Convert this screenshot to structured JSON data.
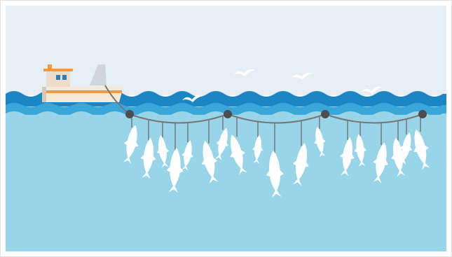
{
  "scene": {
    "colors": {
      "sky": "#e6eef6",
      "wave_dark": "#1a86c4",
      "wave_light": "#3aa7da",
      "water": "#99d5e8",
      "boat_hull": "#f4e8d6",
      "boat_cabin": "#ecdcc8",
      "boat_stripe": "#f29a3c",
      "boat_window": "#2a7ec0",
      "line": "#777777",
      "buoy": "#4d4d4d",
      "fish": "#ffffff",
      "bird": "#ffffff"
    },
    "icons": {
      "boat": "fishing-boat-icon",
      "bird": "seagull-icon",
      "fish": "tuna-icon",
      "buoy": "float-icon"
    },
    "counts": {
      "birds": 4,
      "buoys": 4,
      "fish": 18
    }
  }
}
